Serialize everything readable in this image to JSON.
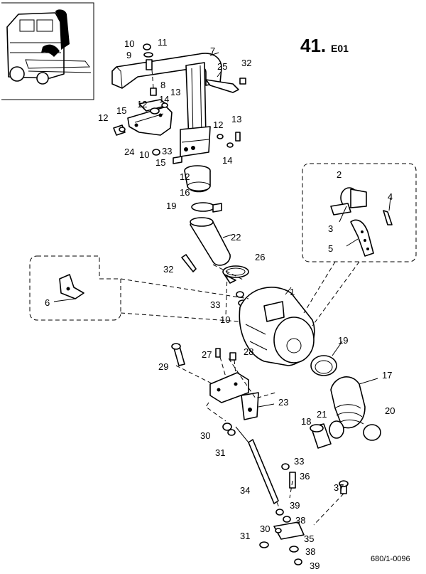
{
  "diagram": {
    "page_number": "41.",
    "page_code": "E01",
    "drawing_ref": "680/1-0096",
    "callouts": [
      "10",
      "11",
      "9",
      "7",
      "25",
      "32",
      "8",
      "14",
      "13",
      "12",
      "15",
      "12",
      "24",
      "10",
      "33",
      "15",
      "12",
      "13",
      "14",
      "12",
      "16",
      "19",
      "22",
      "32",
      "26",
      "33",
      "10",
      "1",
      "6",
      "2",
      "4",
      "3",
      "5",
      "29",
      "27",
      "28",
      "23",
      "19",
      "17",
      "18",
      "21",
      "20",
      "30",
      "31",
      "33",
      "36",
      "34",
      "37",
      "39",
      "38",
      "30",
      "35",
      "31",
      "38",
      "39"
    ]
  }
}
